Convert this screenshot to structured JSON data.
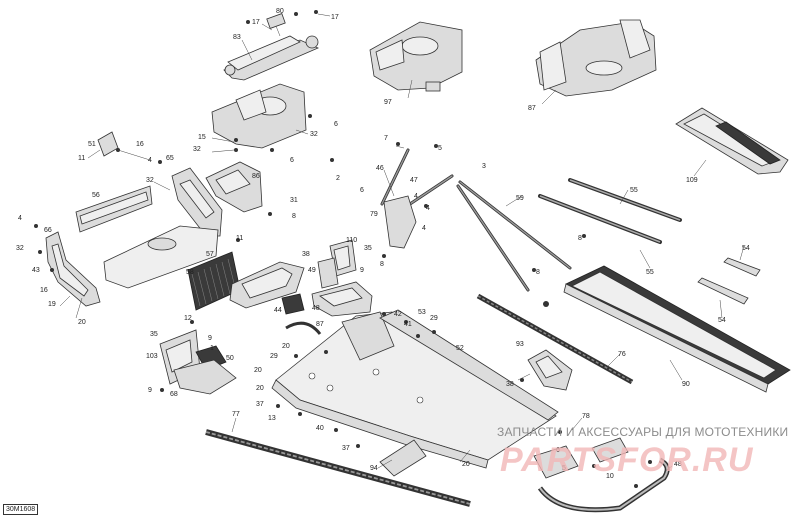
{
  "diagram": {
    "document_code": "30M1608",
    "watermark": {
      "caption": "ЗАПЧАСТИ И АКСЕССУАРЫ ДЛЯ МОТОТЕХНИКИ",
      "logo": "PARTSFOR.RU"
    },
    "callouts": [
      {
        "id": "c80",
        "text": "80"
      },
      {
        "id": "c17a",
        "text": "17"
      },
      {
        "id": "c17b",
        "text": "17"
      },
      {
        "id": "c83",
        "text": "83"
      },
      {
        "id": "c32a",
        "text": "32"
      },
      {
        "id": "c15",
        "text": "15"
      },
      {
        "id": "c32b",
        "text": "32"
      },
      {
        "id": "c6a",
        "text": "6"
      },
      {
        "id": "c6b",
        "text": "6"
      },
      {
        "id": "c97",
        "text": "97"
      },
      {
        "id": "c87a",
        "text": "87"
      },
      {
        "id": "c109",
        "text": "109"
      },
      {
        "id": "c51",
        "text": "51"
      },
      {
        "id": "c16a",
        "text": "16"
      },
      {
        "id": "c11a",
        "text": "11"
      },
      {
        "id": "c4a",
        "text": "4"
      },
      {
        "id": "c65",
        "text": "65"
      },
      {
        "id": "c32c",
        "text": "32"
      },
      {
        "id": "c86",
        "text": "86"
      },
      {
        "id": "c2",
        "text": "2"
      },
      {
        "id": "c31",
        "text": "31"
      },
      {
        "id": "c8a",
        "text": "8"
      },
      {
        "id": "c56",
        "text": "56"
      },
      {
        "id": "c7",
        "text": "7"
      },
      {
        "id": "c46",
        "text": "46"
      },
      {
        "id": "c6c",
        "text": "6"
      },
      {
        "id": "c47",
        "text": "47"
      },
      {
        "id": "c4b",
        "text": "4"
      },
      {
        "id": "c3",
        "text": "3"
      },
      {
        "id": "c5",
        "text": "5"
      },
      {
        "id": "c59",
        "text": "59"
      },
      {
        "id": "c55a",
        "text": "55"
      },
      {
        "id": "c55b",
        "text": "55"
      },
      {
        "id": "c4c",
        "text": "4"
      },
      {
        "id": "c66",
        "text": "66"
      },
      {
        "id": "c32d",
        "text": "32"
      },
      {
        "id": "c43",
        "text": "43"
      },
      {
        "id": "c16b",
        "text": "16"
      },
      {
        "id": "c19",
        "text": "19"
      },
      {
        "id": "c20a",
        "text": "20"
      },
      {
        "id": "c11b",
        "text": "11"
      },
      {
        "id": "c57",
        "text": "57"
      },
      {
        "id": "c58",
        "text": "58"
      },
      {
        "id": "c79",
        "text": "79"
      },
      {
        "id": "c4d",
        "text": "4"
      },
      {
        "id": "c4e",
        "text": "4"
      },
      {
        "id": "c8b",
        "text": "8"
      },
      {
        "id": "c110",
        "text": "110"
      },
      {
        "id": "c38a",
        "text": "38"
      },
      {
        "id": "c35a",
        "text": "35"
      },
      {
        "id": "c49",
        "text": "49"
      },
      {
        "id": "c9a",
        "text": "9"
      },
      {
        "id": "c8c",
        "text": "8"
      },
      {
        "id": "c8d",
        "text": "8"
      },
      {
        "id": "c54a",
        "text": "54"
      },
      {
        "id": "c54b",
        "text": "54"
      },
      {
        "id": "c12",
        "text": "12"
      },
      {
        "id": "c44",
        "text": "44"
      },
      {
        "id": "c48",
        "text": "48"
      },
      {
        "id": "c87b",
        "text": "87"
      },
      {
        "id": "c42",
        "text": "42"
      },
      {
        "id": "c41",
        "text": "41"
      },
      {
        "id": "c53",
        "text": "53"
      },
      {
        "id": "c29a",
        "text": "29"
      },
      {
        "id": "c52",
        "text": "52"
      },
      {
        "id": "c20b",
        "text": "20"
      },
      {
        "id": "c29b",
        "text": "29"
      },
      {
        "id": "c35b",
        "text": "35"
      },
      {
        "id": "c9b",
        "text": "9"
      },
      {
        "id": "c1",
        "text": "1"
      },
      {
        "id": "c103",
        "text": "103"
      },
      {
        "id": "c50",
        "text": "50"
      },
      {
        "id": "c9c",
        "text": "9"
      },
      {
        "id": "c68",
        "text": "68"
      },
      {
        "id": "c20c",
        "text": "20"
      },
      {
        "id": "c20d",
        "text": "20"
      },
      {
        "id": "c37a",
        "text": "37"
      },
      {
        "id": "c13",
        "text": "13"
      },
      {
        "id": "c40",
        "text": "40"
      },
      {
        "id": "c37b",
        "text": "37"
      },
      {
        "id": "c94",
        "text": "94"
      },
      {
        "id": "c20e",
        "text": "20"
      },
      {
        "id": "c77",
        "text": "77"
      },
      {
        "id": "c93",
        "text": "93"
      },
      {
        "id": "c38b",
        "text": "38"
      },
      {
        "id": "c76",
        "text": "76"
      },
      {
        "id": "c90",
        "text": "90"
      },
      {
        "id": "c78",
        "text": "78"
      },
      {
        "id": "c6d",
        "text": "6"
      },
      {
        "id": "c5b",
        "text": "5"
      },
      {
        "id": "c10",
        "text": "10"
      },
      {
        "id": "c48b",
        "text": "48"
      }
    ]
  }
}
